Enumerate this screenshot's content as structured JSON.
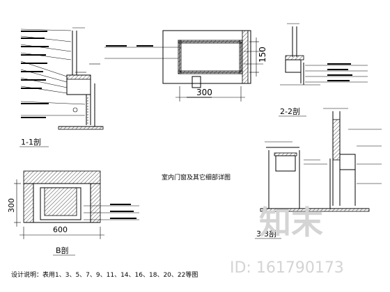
{
  "titles": {
    "section_1_1": "1-1剖",
    "section_2_2": "2-2剖",
    "section_3_3": "3-3剖",
    "section_b": "B剖",
    "main_title": "室内门窗及其它细部详图"
  },
  "dimensions": {
    "d300_top": "300",
    "d150": "150",
    "d300_b": "300",
    "d600": "600"
  },
  "notes": {
    "design_note": "设计说明：表用1、3、5、7、9、11、14、16、18、20、22等图"
  },
  "watermark": {
    "brand": "知末",
    "id_text": "ID: 161790173"
  }
}
